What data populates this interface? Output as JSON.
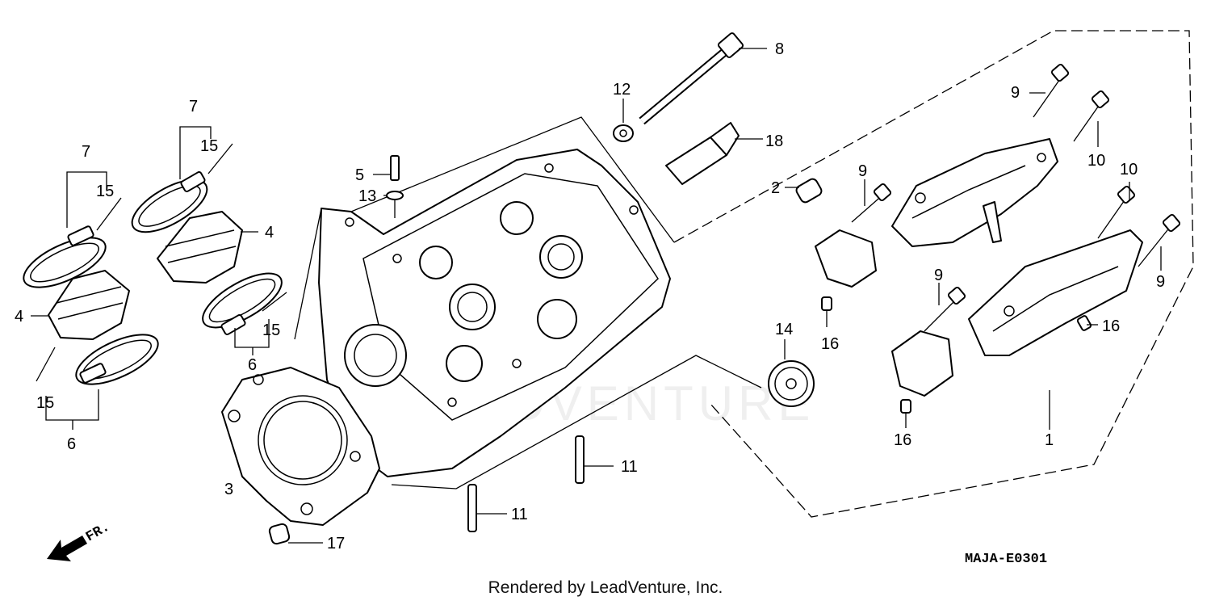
{
  "diagram": {
    "callouts": [
      {
        "id": "c1",
        "text": "1"
      },
      {
        "id": "c2",
        "text": "2"
      },
      {
        "id": "c3",
        "text": "3"
      },
      {
        "id": "c4a",
        "text": "4"
      },
      {
        "id": "c4b",
        "text": "4"
      },
      {
        "id": "c5",
        "text": "5"
      },
      {
        "id": "c6a",
        "text": "6"
      },
      {
        "id": "c6b",
        "text": "6"
      },
      {
        "id": "c7a",
        "text": "7"
      },
      {
        "id": "c7b",
        "text": "7"
      },
      {
        "id": "c8",
        "text": "8"
      },
      {
        "id": "c9a",
        "text": "9"
      },
      {
        "id": "c9b",
        "text": "9"
      },
      {
        "id": "c9c",
        "text": "9"
      },
      {
        "id": "c9d",
        "text": "9"
      },
      {
        "id": "c10a",
        "text": "10"
      },
      {
        "id": "c10b",
        "text": "10"
      },
      {
        "id": "c11a",
        "text": "11"
      },
      {
        "id": "c11b",
        "text": "11"
      },
      {
        "id": "c12",
        "text": "12"
      },
      {
        "id": "c13",
        "text": "13"
      },
      {
        "id": "c14",
        "text": "14"
      },
      {
        "id": "c15a",
        "text": "15"
      },
      {
        "id": "c15b",
        "text": "15"
      },
      {
        "id": "c15c",
        "text": "15"
      },
      {
        "id": "c15d",
        "text": "15"
      },
      {
        "id": "c16a",
        "text": "16"
      },
      {
        "id": "c16b",
        "text": "16"
      },
      {
        "id": "c16c",
        "text": "16"
      },
      {
        "id": "c17",
        "text": "17"
      },
      {
        "id": "c18",
        "text": "18"
      }
    ],
    "front_indicator": "FR.",
    "diagram_code": "MAJA-E0301",
    "watermark": "LEADVENTURE"
  },
  "footer": {
    "credit": "Rendered by LeadVenture, Inc."
  }
}
